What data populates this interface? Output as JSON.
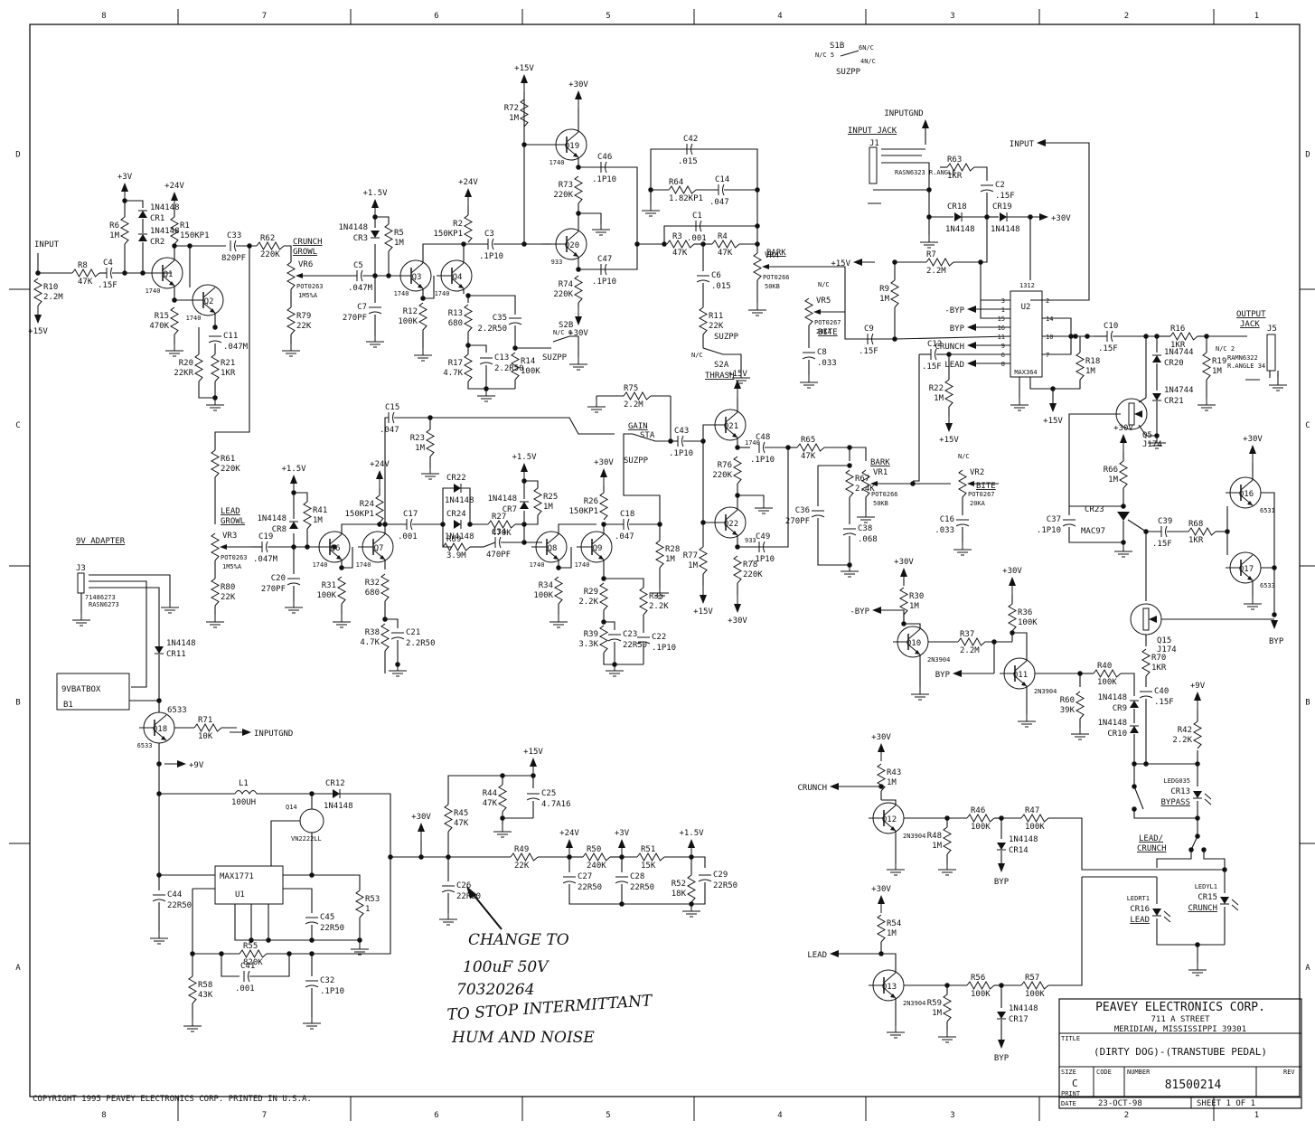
{
  "sheet": {
    "zones_top": [
      "8",
      "7",
      "6",
      "5",
      "4",
      "3",
      "2",
      "1"
    ],
    "zones_bottom": [
      "8",
      "7",
      "6",
      "5",
      "4",
      "3",
      "2",
      "1"
    ],
    "zones_left": [
      "D",
      "C",
      "B",
      "A"
    ],
    "zones_right": [
      "D",
      "C",
      "B",
      "A"
    ],
    "copyright": "COPYRIGHT 1995 PEAVEY ELECTRONICS CORP.  PRINTED IN U.S.A."
  },
  "title_block": {
    "company": "PEAVEY ELECTRONICS CORP.",
    "street": "711 A STREET",
    "city": "MERIDIAN, MISSISSIPPI   39301",
    "title_label": "TITLE",
    "title": "(DIRTY DOG)-(TRANSTUBE PEDAL)",
    "size_label": "SIZE",
    "size": "C",
    "print_label": "PRINT",
    "code_label": "CODE",
    "code": "",
    "number_label": "NUMBER",
    "number": "81500214",
    "rev_label": "REV",
    "rev": "",
    "date_label": "DATE",
    "date": "23-OCT-98",
    "sheet_label": "SHEET  1 OF  1"
  },
  "annotation": {
    "lines": [
      "CHANGE TO",
      "100uF 50V",
      "70320264",
      "TO STOP INTERMITTANT",
      "HUM AND NOISE"
    ],
    "target": "C26"
  },
  "nets": {
    "power": [
      {
        "id": "p1",
        "label": "+3V"
      },
      {
        "id": "p2",
        "label": "+24V"
      },
      {
        "id": "p3",
        "label": "+15V"
      },
      {
        "id": "p4",
        "label": "+1.5V"
      },
      {
        "id": "p5",
        "label": "+24V"
      },
      {
        "id": "p6",
        "label": "+15V"
      },
      {
        "id": "p7",
        "label": "+30V"
      },
      {
        "id": "p8",
        "label": "+30V"
      },
      {
        "id": "p9",
        "label": "+30V"
      },
      {
        "id": "p10",
        "label": "+15V"
      },
      {
        "id": "p11",
        "label": "+30V"
      },
      {
        "id": "p12",
        "label": "+15V"
      },
      {
        "id": "p13",
        "label": "+1.5V"
      },
      {
        "id": "p14",
        "label": "+24V"
      },
      {
        "id": "p15",
        "label": "+1.5V"
      },
      {
        "id": "p16",
        "label": "+30V"
      },
      {
        "id": "p17",
        "label": "+15V"
      },
      {
        "id": "p18",
        "label": "+30V"
      },
      {
        "id": "p19",
        "label": "+15V"
      },
      {
        "id": "p20",
        "label": "+15V"
      },
      {
        "id": "p21",
        "label": "+30V"
      },
      {
        "id": "p22",
        "label": "+30V"
      },
      {
        "id": "p23",
        "label": "+30V"
      },
      {
        "id": "p24",
        "label": "+9V"
      },
      {
        "id": "p25",
        "label": "+30V"
      },
      {
        "id": "p26",
        "label": "+30V"
      },
      {
        "id": "p27",
        "label": "+30V"
      },
      {
        "id": "p28",
        "label": "+9V"
      },
      {
        "id": "p29",
        "label": "+15V"
      },
      {
        "id": "p30",
        "label": "+30V"
      },
      {
        "id": "p31",
        "label": "+24V"
      },
      {
        "id": "p32",
        "label": "+3V"
      },
      {
        "id": "p33",
        "label": "+1.5V"
      },
      {
        "id": "p34",
        "label": "+30V"
      }
    ],
    "signals": [
      {
        "id": "s1",
        "label": "INPUT"
      },
      {
        "id": "s2",
        "label": "INPUTGND"
      },
      {
        "id": "s3",
        "label": "INPUT"
      },
      {
        "id": "s4",
        "label": "-BYP"
      },
      {
        "id": "s5",
        "label": "BYP"
      },
      {
        "id": "s6",
        "label": "CRUNCH"
      },
      {
        "id": "s7",
        "label": "LEAD"
      },
      {
        "id": "s8",
        "label": "-BYP"
      },
      {
        "id": "s9",
        "label": "BYP"
      },
      {
        "id": "s10",
        "label": "BYP"
      },
      {
        "id": "s11",
        "label": "CRUNCH"
      },
      {
        "id": "s12",
        "label": "LEAD"
      },
      {
        "id": "s13",
        "label": "BYP"
      },
      {
        "id": "s14",
        "label": "BYP"
      },
      {
        "id": "s15",
        "label": "INPUTGND"
      }
    ]
  },
  "section_labels": [
    {
      "id": "h1",
      "label": "INPUT JACK"
    },
    {
      "id": "h2",
      "label": "OUTPUT"
    },
    {
      "id": "h3",
      "label": "JACK"
    },
    {
      "id": "h4",
      "label": "9V ADAPTER"
    },
    {
      "id": "h5",
      "label": "CRUNCH"
    },
    {
      "id": "h6",
      "label": "GROWL"
    },
    {
      "id": "h7",
      "label": "LEAD"
    },
    {
      "id": "h8",
      "label": "GROWL"
    },
    {
      "id": "h9",
      "label": "BARK"
    },
    {
      "id": "h10",
      "label": "BITE"
    },
    {
      "id": "h11",
      "label": "BARK"
    },
    {
      "id": "h12",
      "label": "BITE"
    },
    {
      "id": "h13",
      "label": "THRASH"
    },
    {
      "id": "h14",
      "label": "GAIN"
    },
    {
      "id": "h15",
      "label": "LEAD/"
    },
    {
      "id": "h16",
      "label": "CRUNCH"
    },
    {
      "id": "h17",
      "label": "BYPASS"
    },
    {
      "id": "h18",
      "label": "LEAD"
    },
    {
      "id": "h19",
      "label": "CRUNCH"
    }
  ],
  "components": {
    "resistors": [
      {
        "ref": "R1",
        "value": "150KP1"
      },
      {
        "ref": "R2",
        "value": "150KP1"
      },
      {
        "ref": "R3",
        "value": "47K"
      },
      {
        "ref": "R4",
        "value": "47K"
      },
      {
        "ref": "R5",
        "value": "1M"
      },
      {
        "ref": "R6",
        "value": "1M"
      },
      {
        "ref": "R7",
        "value": "2.2M"
      },
      {
        "ref": "R8",
        "value": "47K"
      },
      {
        "ref": "R9",
        "value": "1M"
      },
      {
        "ref": "R10",
        "value": "2.2M"
      },
      {
        "ref": "R11",
        "value": "22K"
      },
      {
        "ref": "R12",
        "value": "100K"
      },
      {
        "ref": "R13",
        "value": "680"
      },
      {
        "ref": "R14",
        "value": "100K"
      },
      {
        "ref": "R15",
        "value": "470K"
      },
      {
        "ref": "R16",
        "value": "1KR"
      },
      {
        "ref": "R17",
        "value": "4.7K"
      },
      {
        "ref": "R18",
        "value": "1M"
      },
      {
        "ref": "R19",
        "value": "1M"
      },
      {
        "ref": "R20",
        "value": "22KR"
      },
      {
        "ref": "R21",
        "value": "1KR"
      },
      {
        "ref": "R22",
        "value": "1M"
      },
      {
        "ref": "R23",
        "value": "1M"
      },
      {
        "ref": "R24",
        "value": "150KP1"
      },
      {
        "ref": "R25",
        "value": "1M"
      },
      {
        "ref": "R26",
        "value": "150KP1"
      },
      {
        "ref": "R27",
        "value": "470K"
      },
      {
        "ref": "R28",
        "value": "1M"
      },
      {
        "ref": "R29",
        "value": "2.2K"
      },
      {
        "ref": "R30",
        "value": "1M"
      },
      {
        "ref": "R31",
        "value": "100K"
      },
      {
        "ref": "R32",
        "value": "680"
      },
      {
        "ref": "R34",
        "value": "100K"
      },
      {
        "ref": "R35",
        "value": "2.2K"
      },
      {
        "ref": "R36",
        "value": "100K"
      },
      {
        "ref": "R37",
        "value": "2.2M"
      },
      {
        "ref": "R38",
        "value": "4.7K"
      },
      {
        "ref": "R39",
        "value": "3.3K"
      },
      {
        "ref": "R40",
        "value": "100K"
      },
      {
        "ref": "R41",
        "value": "1M"
      },
      {
        "ref": "R42",
        "value": "2.2K"
      },
      {
        "ref": "R43",
        "value": "1M"
      },
      {
        "ref": "R44",
        "value": "47K"
      },
      {
        "ref": "R45",
        "value": "47K"
      },
      {
        "ref": "R46",
        "value": "100K"
      },
      {
        "ref": "R47",
        "value": "100K"
      },
      {
        "ref": "R48",
        "value": "1M"
      },
      {
        "ref": "R49",
        "value": "22K"
      },
      {
        "ref": "R50",
        "value": "240K"
      },
      {
        "ref": "R51",
        "value": "15K"
      },
      {
        "ref": "R52",
        "value": "18K"
      },
      {
        "ref": "R53",
        "value": "1"
      },
      {
        "ref": "R54",
        "value": "1M"
      },
      {
        "ref": "R55",
        "value": "820K"
      },
      {
        "ref": "R56",
        "value": "100K"
      },
      {
        "ref": "R57",
        "value": "100K"
      },
      {
        "ref": "R58",
        "value": "43K"
      },
      {
        "ref": "R59",
        "value": "1M"
      },
      {
        "ref": "R60",
        "value": "39K"
      },
      {
        "ref": "R61",
        "value": "220K"
      },
      {
        "ref": "R62",
        "value": "220K"
      },
      {
        "ref": "R63",
        "value": "1KR"
      },
      {
        "ref": "R64",
        "value": "1.82KP1"
      },
      {
        "ref": "R65",
        "value": "47K"
      },
      {
        "ref": "R66",
        "value": "1M"
      },
      {
        "ref": "R67",
        "value": "2.4K"
      },
      {
        "ref": "R68",
        "value": "1KR"
      },
      {
        "ref": "R69",
        "value": "3.9M"
      },
      {
        "ref": "R70",
        "value": "1KR"
      },
      {
        "ref": "R71",
        "value": "10K"
      },
      {
        "ref": "R72",
        "value": "1M"
      },
      {
        "ref": "R73",
        "value": "220K"
      },
      {
        "ref": "R74",
        "value": "220K"
      },
      {
        "ref": "R75",
        "value": "2.2M"
      },
      {
        "ref": "R76",
        "value": "220K"
      },
      {
        "ref": "R77",
        "value": "1M"
      },
      {
        "ref": "R78",
        "value": "220K"
      },
      {
        "ref": "R79",
        "value": "22K"
      },
      {
        "ref": "R80",
        "value": "22K"
      }
    ],
    "capacitors": [
      {
        "ref": "C1",
        "value": ".001"
      },
      {
        "ref": "C2",
        "value": ".15F"
      },
      {
        "ref": "C3",
        "value": ".1P10"
      },
      {
        "ref": "C4",
        "value": ".15F"
      },
      {
        "ref": "C5",
        "value": ".047M"
      },
      {
        "ref": "C6",
        "value": ".015"
      },
      {
        "ref": "C7",
        "value": "270PF"
      },
      {
        "ref": "C8",
        "value": ".033"
      },
      {
        "ref": "C9",
        "value": ".15F"
      },
      {
        "ref": "C10",
        "value": ".15F"
      },
      {
        "ref": "C11",
        "value": ".047M"
      },
      {
        "ref": "C12",
        "value": ".15F"
      },
      {
        "ref": "C13",
        "value": "2.2R50"
      },
      {
        "ref": "C14",
        "value": ".047"
      },
      {
        "ref": "C15",
        "value": ".047"
      },
      {
        "ref": "C16",
        "value": ".033"
      },
      {
        "ref": "C17",
        "value": ".001"
      },
      {
        "ref": "C18",
        "value": ".047"
      },
      {
        "ref": "C19",
        "value": ".047M"
      },
      {
        "ref": "C20",
        "value": "270PF"
      },
      {
        "ref": "C21",
        "value": "2.2R50"
      },
      {
        "ref": "C22",
        "value": ".1P10"
      },
      {
        "ref": "C23",
        "value": "22R50"
      },
      {
        "ref": "C25",
        "value": "4.7A16"
      },
      {
        "ref": "C26",
        "value": "22R50"
      },
      {
        "ref": "C27",
        "value": "22R50"
      },
      {
        "ref": "C28",
        "value": "22R50"
      },
      {
        "ref": "C29",
        "value": "22R50"
      },
      {
        "ref": "C32",
        "value": ".1P10"
      },
      {
        "ref": "C33",
        "value": "820PF"
      },
      {
        "ref": "C34",
        "value": "470PF"
      },
      {
        "ref": "C35",
        "value": "2.2R50"
      },
      {
        "ref": "C36",
        "value": "270PF"
      },
      {
        "ref": "C37",
        "value": ".1P10"
      },
      {
        "ref": "C38",
        "value": ".068"
      },
      {
        "ref": "C39",
        "value": ".15F"
      },
      {
        "ref": "C40",
        "value": ".15F"
      },
      {
        "ref": "C41",
        "value": ".001"
      },
      {
        "ref": "C42",
        "value": ".015"
      },
      {
        "ref": "C43",
        "value": ".1P10"
      },
      {
        "ref": "C44",
        "value": "22R50"
      },
      {
        "ref": "C45",
        "value": "22R50"
      },
      {
        "ref": "C46",
        "value": ".1P10"
      },
      {
        "ref": "C47",
        "value": ".1P10"
      },
      {
        "ref": "C48",
        "value": ".1P10"
      },
      {
        "ref": "C49",
        "value": ".1P10"
      }
    ],
    "transistors": [
      {
        "ref": "Q1",
        "value": "1740"
      },
      {
        "ref": "Q2",
        "value": "1740"
      },
      {
        "ref": "Q3",
        "value": "1740"
      },
      {
        "ref": "Q4",
        "value": "1740"
      },
      {
        "ref": "Q5",
        "value": "J174"
      },
      {
        "ref": "Q6",
        "value": "1740"
      },
      {
        "ref": "Q7",
        "value": "1740"
      },
      {
        "ref": "Q8",
        "value": "1740"
      },
      {
        "ref": "Q9",
        "value": "1740"
      },
      {
        "ref": "Q10",
        "value": "2N3904"
      },
      {
        "ref": "Q11",
        "value": "2N3904"
      },
      {
        "ref": "Q12",
        "value": "2N3904"
      },
      {
        "ref": "Q13",
        "value": "2N3904"
      },
      {
        "ref": "Q14",
        "value": "VN2222LL"
      },
      {
        "ref": "Q15",
        "value": "J174"
      },
      {
        "ref": "Q16",
        "value": "6531"
      },
      {
        "ref": "Q17",
        "value": "6533"
      },
      {
        "ref": "Q18",
        "value": "6533"
      },
      {
        "ref": "Q19",
        "value": "1740"
      },
      {
        "ref": "Q20",
        "value": "933"
      },
      {
        "ref": "Q21",
        "value": "1740"
      },
      {
        "ref": "Q22",
        "value": "933"
      }
    ],
    "diodes": [
      {
        "ref": "CR1",
        "value": "1N4148"
      },
      {
        "ref": "CR2",
        "value": "1N4148"
      },
      {
        "ref": "CR3",
        "value": "1N4148"
      },
      {
        "ref": "CR7",
        "value": "1N4148"
      },
      {
        "ref": "CR8",
        "value": "1N4148"
      },
      {
        "ref": "CR9",
        "value": "1N4148"
      },
      {
        "ref": "CR10",
        "value": "1N4148"
      },
      {
        "ref": "CR11",
        "value": "1N4148"
      },
      {
        "ref": "CR12",
        "value": "1N4148"
      },
      {
        "ref": "CR13",
        "value": "LEDG035"
      },
      {
        "ref": "CR14",
        "value": "1N4148"
      },
      {
        "ref": "CR15",
        "value": "LEDYL1"
      },
      {
        "ref": "CR16",
        "value": "LEDRT1"
      },
      {
        "ref": "CR17",
        "value": "1N4148"
      },
      {
        "ref": "CR18",
        "value": "1N4148"
      },
      {
        "ref": "CR19",
        "value": "1N4148"
      },
      {
        "ref": "CR20",
        "value": "1N4744"
      },
      {
        "ref": "CR21",
        "value": "1N4744"
      },
      {
        "ref": "CR22",
        "value": "1N4148"
      },
      {
        "ref": "CR23",
        "value": "MAC97"
      },
      {
        "ref": "CR24",
        "value": "1N4148"
      }
    ],
    "pots": [
      {
        "ref": "VR1",
        "value": "50KB",
        "part": "POT0266"
      },
      {
        "ref": "VR2",
        "value": "20KA",
        "part": "POT0267"
      },
      {
        "ref": "VR3",
        "value": "1M5%A",
        "part": "POT0263"
      },
      {
        "ref": "VR4",
        "value": "50KB",
        "part": "POT0266"
      },
      {
        "ref": "VR5",
        "value": "20KA",
        "part": "POT0267"
      },
      {
        "ref": "VR6",
        "value": "1M5%A",
        "part": "POT0263"
      }
    ],
    "ics": [
      {
        "ref": "U1",
        "value": "MAX1771"
      },
      {
        "ref": "U2",
        "value": "MAX364"
      }
    ],
    "other": [
      {
        "ref": "L1",
        "value": "100UH"
      },
      {
        "ref": "B1",
        "value": "9VBATBOX"
      },
      {
        "ref": "J1",
        "value": "RASN6323 R.ANGLE"
      },
      {
        "ref": "J3",
        "value": "71486273 RASN6273"
      },
      {
        "ref": "J5",
        "value": "RAMN6322 R.ANGLE"
      },
      {
        "ref": "S1B",
        "value": "SUZPP"
      },
      {
        "ref": "S2A",
        "value": "SUZPP"
      },
      {
        "ref": "S2B",
        "value": "SUZPP"
      },
      {
        "ref": "S3",
        "value": "SUZPP"
      }
    ]
  }
}
